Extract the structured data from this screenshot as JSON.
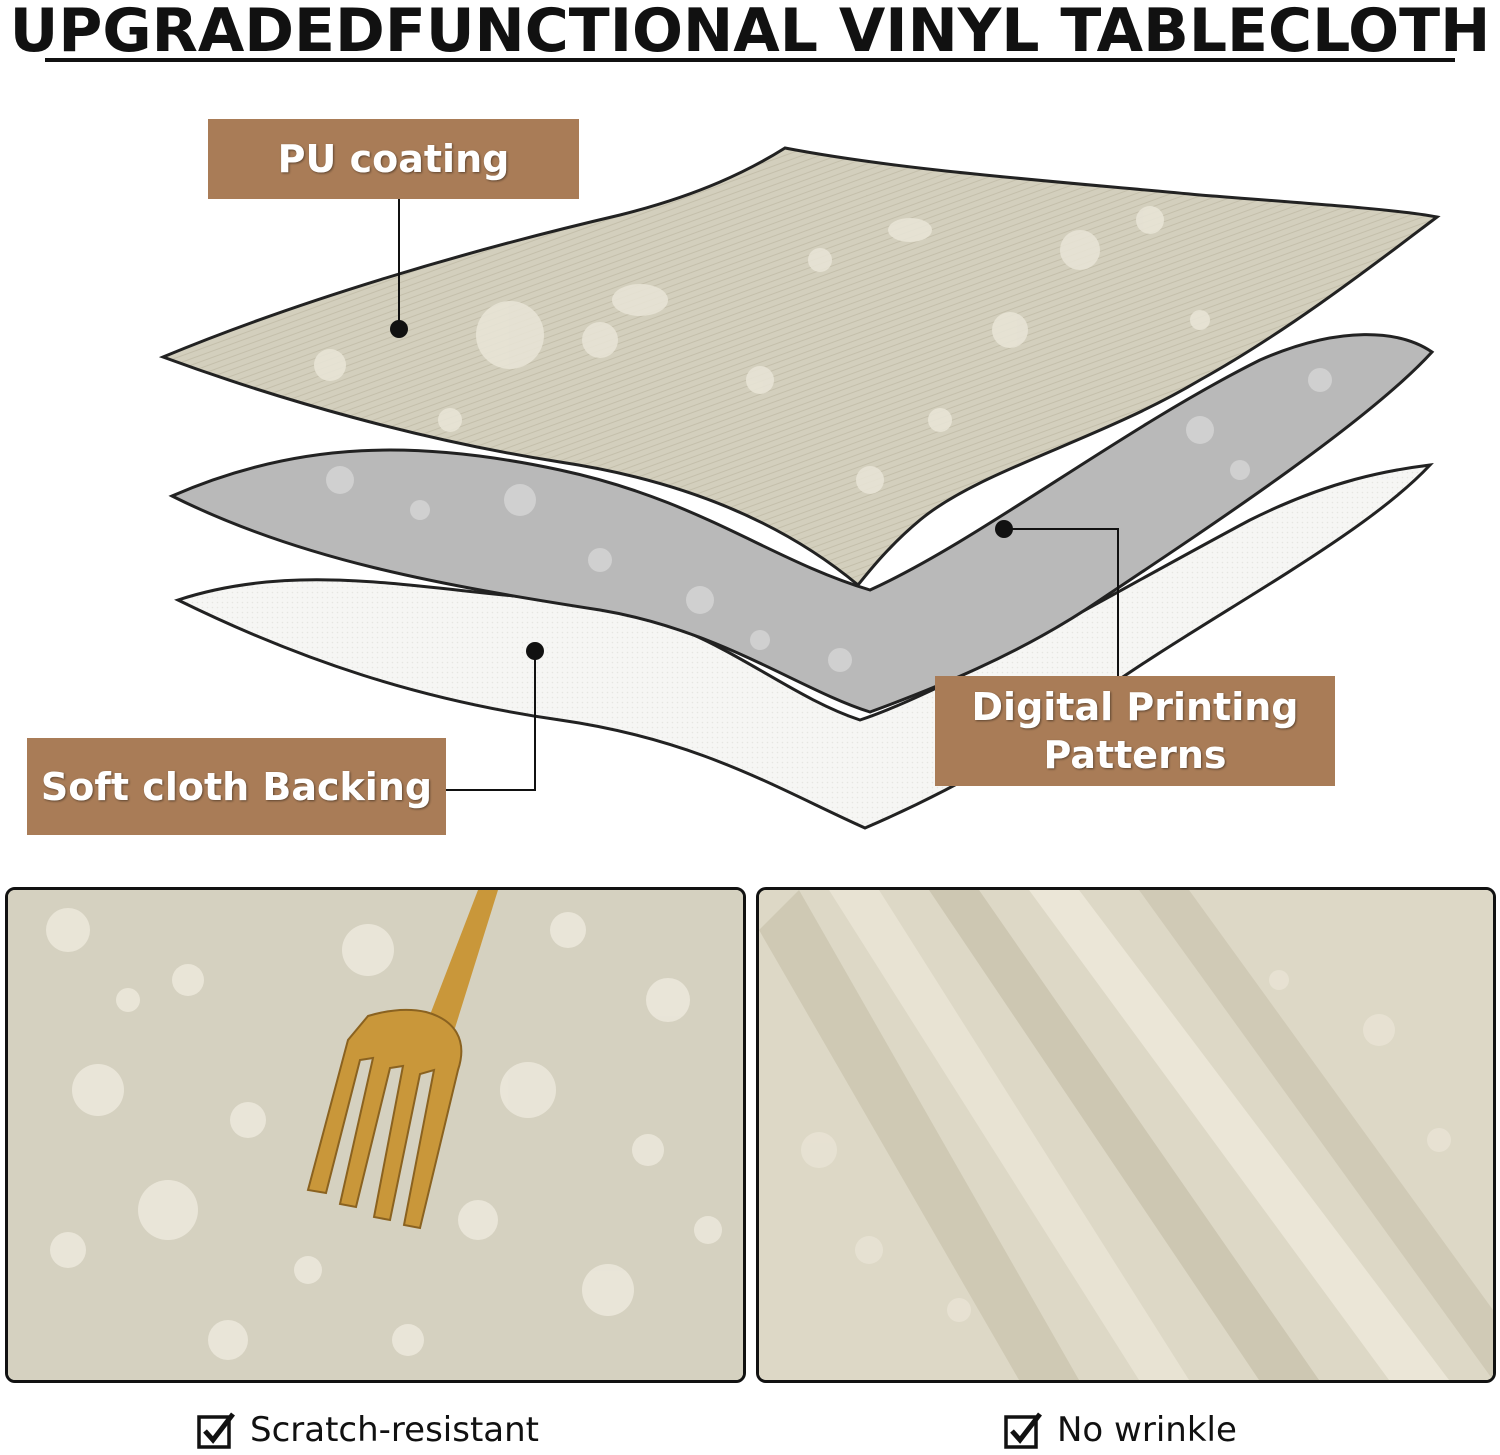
{
  "title": "UPGRADEDFUNCTIONAL VINYL TABLECLOTH",
  "labels": {
    "pu_coating": "PU coating",
    "soft_backing": "Soft cloth Backing",
    "digital_line1": "Digital Printing",
    "digital_line2": "Patterns"
  },
  "features": {
    "left": "Scratch-resistant",
    "right": "No wrinkle"
  },
  "colors": {
    "label_bg": "#a97c57",
    "top_layer": "#d4d0bf",
    "middle_layer": "#b7b7b7",
    "bottom_layer": "#f4f4f2",
    "fabric": "#d9d5c4",
    "fork_gold": "#c9973a"
  },
  "icons": [
    "checkbox-checked-icon",
    "fork-icon"
  ]
}
